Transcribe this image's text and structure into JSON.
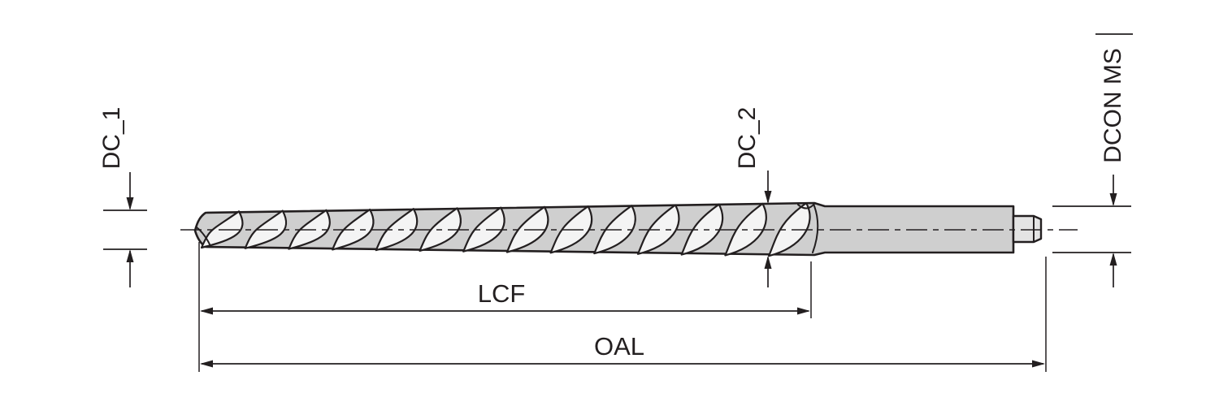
{
  "diagram": {
    "labels": {
      "dc1": "DC_1",
      "dc2": "DC_2",
      "dcon_ms": "DCON MS",
      "lcf": "LCF",
      "oal": "OAL"
    },
    "colors": {
      "line": "#231f20",
      "tool_fill": "#cfcfcf",
      "strand_fill": "#f4f4f4",
      "background": "#ffffff"
    }
  }
}
